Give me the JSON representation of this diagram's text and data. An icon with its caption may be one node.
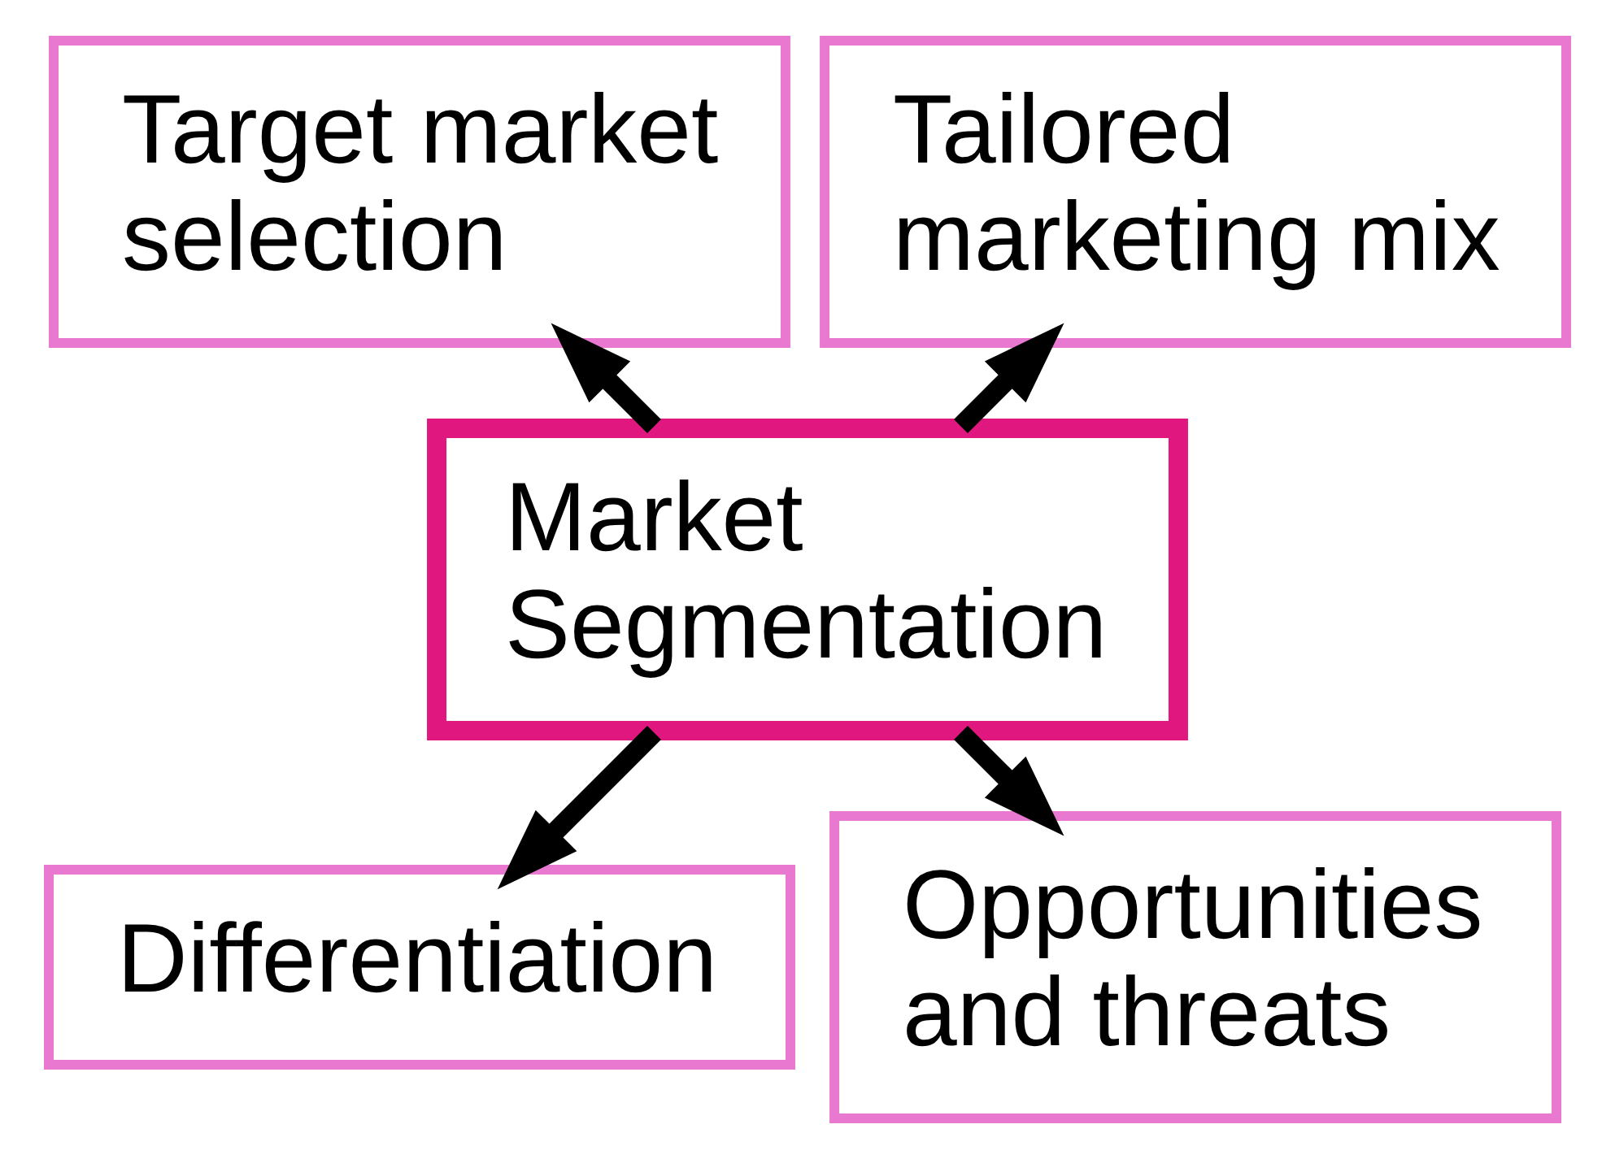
{
  "diagram": {
    "nodes": [
      {
        "text": [
          "Target market selection"
        ]
      },
      {
        "text": [
          "Differentiation"
        ]
      },
      {
        "text": [
          "Market Segmentation"
        ]
      },
      {
        "text": [
          "Tailored marketing mix"
        ]
      },
      {
        "text": [
          "Opportunities and threats"
        ]
      }
    ],
    "edges": [
      {
        "from": 2,
        "to": 0,
        "arrow": "to"
      },
      {
        "from": 2,
        "to": 1,
        "arrow": "to"
      },
      {
        "from": 2,
        "to": 3,
        "arrow": "to"
      },
      {
        "from": 2,
        "to": 4,
        "arrow": "to"
      }
    ]
  }
}
